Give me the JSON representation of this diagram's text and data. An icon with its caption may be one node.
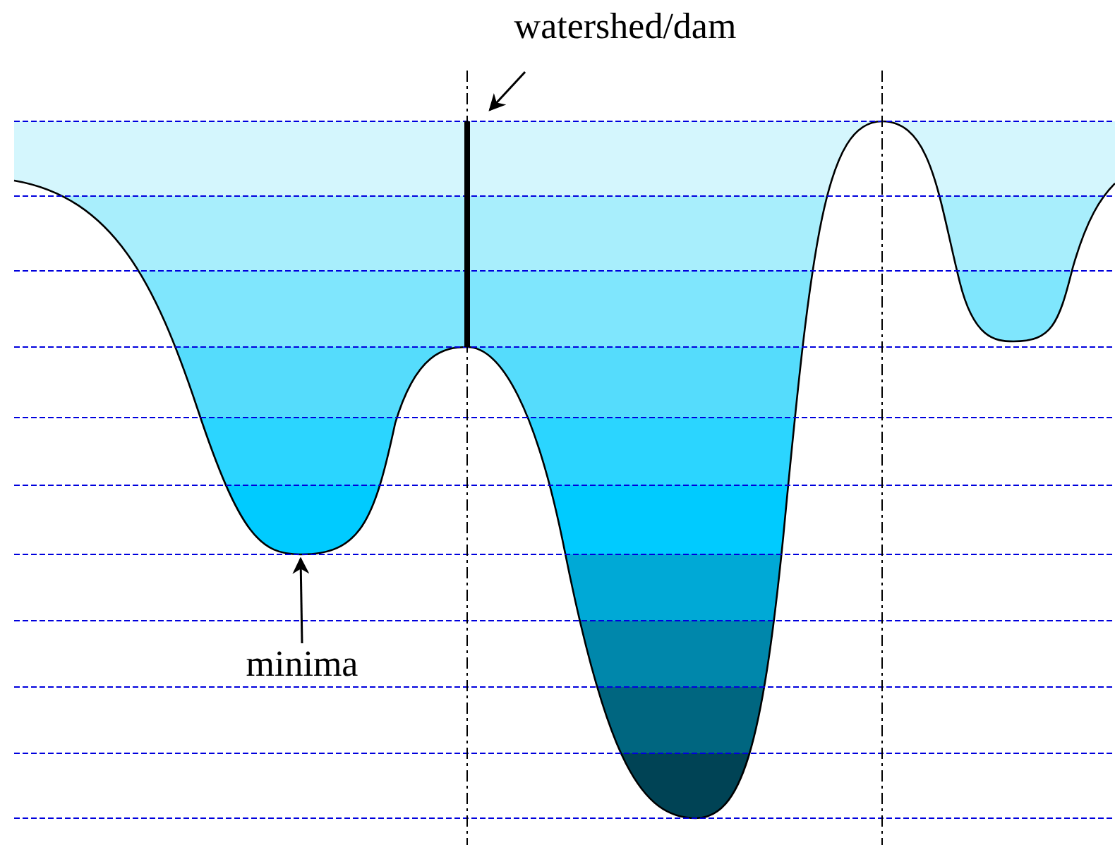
{
  "diagram": {
    "nodes": [
      {
        "text": [
          "watershed/dam"
        ]
      },
      {
        "text": [],
        "shape": "bar"
      },
      {
        "text": [
          "minima"
        ]
      }
    ],
    "edges": [
      {
        "from": 0,
        "to": 1,
        "arrow": "to"
      },
      {
        "from": 2,
        "to": null,
        "arrow": "to"
      }
    ]
  }
}
